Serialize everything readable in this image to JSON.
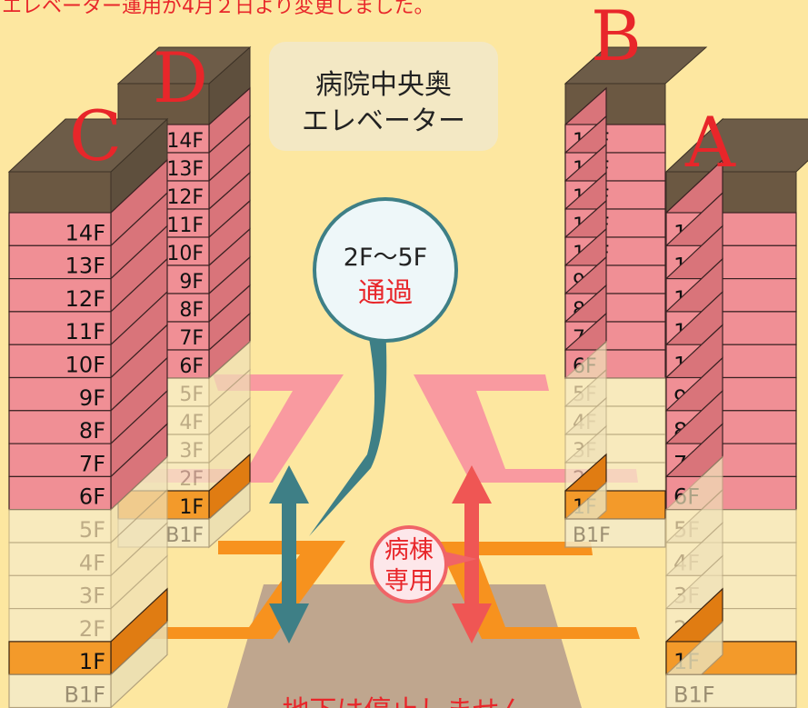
{
  "notice": "エレベーター運用が4月２日より変更しました。",
  "title_line1": "病院中央奥",
  "title_line2": "エレベーター",
  "callout_line1": "2F〜5F",
  "callout_line2": "通過",
  "ward_line1": "病棟",
  "ward_line2": "専用",
  "bottom_note": "地下は停止しません",
  "elevators": [
    {
      "letter": "A"
    },
    {
      "letter": "B"
    },
    {
      "letter": "C"
    },
    {
      "letter": "D"
    }
  ],
  "high_floors": [
    "14F",
    "13F",
    "12F",
    "11F",
    "10F",
    "9F",
    "8F",
    "7F",
    "6F"
  ],
  "low_floors": [
    "5F",
    "4F",
    "3F",
    "2F"
  ],
  "lobby_floor": "1F",
  "basement_floor": "B1F",
  "colors": {
    "background": "#fde7a0",
    "upper_floor": "#f08f95",
    "pass_floor": "#f6ecca",
    "lobby_floor": "#f39a2a",
    "accent_red": "#e8262a",
    "arrow_teal": "#3e7f86",
    "arrow_red": "#ef5654",
    "path_pink": "#f99aa0",
    "path_orange": "#f7921e"
  }
}
